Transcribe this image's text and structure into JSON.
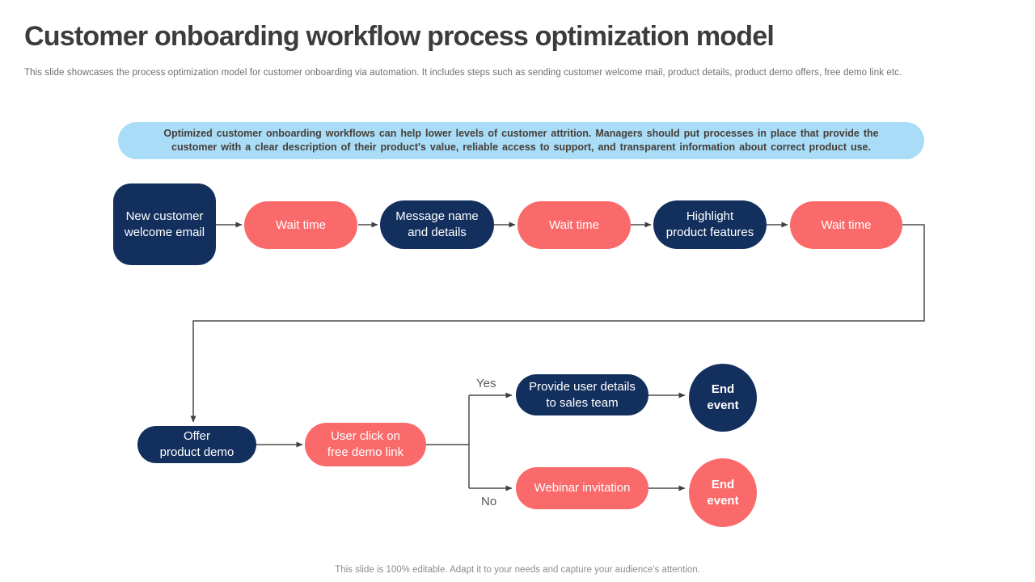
{
  "slide": {
    "title": "Customer onboarding workflow process optimization model",
    "subtitle": "This slide showcases the process optimization model for customer onboarding via automation. It includes steps such as sending customer welcome mail, product details, product demo offers, free demo link etc.",
    "footer": "This slide is 100% editable. Adapt it to your needs and capture your audience's attention."
  },
  "banner": {
    "text": "Optimized customer onboarding workflows can help lower levels of customer attrition. Managers should put processes in place that provide the customer with a clear description of their product's value, reliable access to support, and transparent information about correct product use."
  },
  "flowchart": {
    "nodes": {
      "welcome": {
        "label": "New customer\nwelcome email",
        "shape": "rounded-rect",
        "color": "navy"
      },
      "wait1": {
        "label": "Wait time",
        "shape": "pill",
        "color": "coral"
      },
      "message": {
        "label": "Message name\nand details",
        "shape": "pill",
        "color": "navy"
      },
      "wait2": {
        "label": "Wait time",
        "shape": "pill",
        "color": "coral"
      },
      "highlight": {
        "label": "Highlight\nproduct features",
        "shape": "pill",
        "color": "navy"
      },
      "wait3": {
        "label": "Wait time",
        "shape": "pill",
        "color": "coral"
      },
      "offer": {
        "label": "Offer\nproduct demo",
        "shape": "pill",
        "color": "navy"
      },
      "user_click": {
        "label": "User click on\nfree demo link",
        "shape": "pill",
        "color": "coral"
      },
      "provide": {
        "label": "Provide user details\nto sales team",
        "shape": "pill",
        "color": "navy"
      },
      "end_yes": {
        "label": "End\nevent",
        "shape": "circle",
        "color": "navy"
      },
      "webinar": {
        "label": "Webinar invitation",
        "shape": "pill",
        "color": "coral"
      },
      "end_no": {
        "label": "End\nevent",
        "shape": "circle",
        "color": "coral"
      }
    },
    "branch_labels": {
      "yes": "Yes",
      "no": "No"
    }
  },
  "colors": {
    "navy": "#132f5d",
    "coral": "#fa6a6a",
    "banner_blue": "#a8dcf7",
    "connector": "#4a4a4a",
    "title_text": "#3c3c3c"
  }
}
